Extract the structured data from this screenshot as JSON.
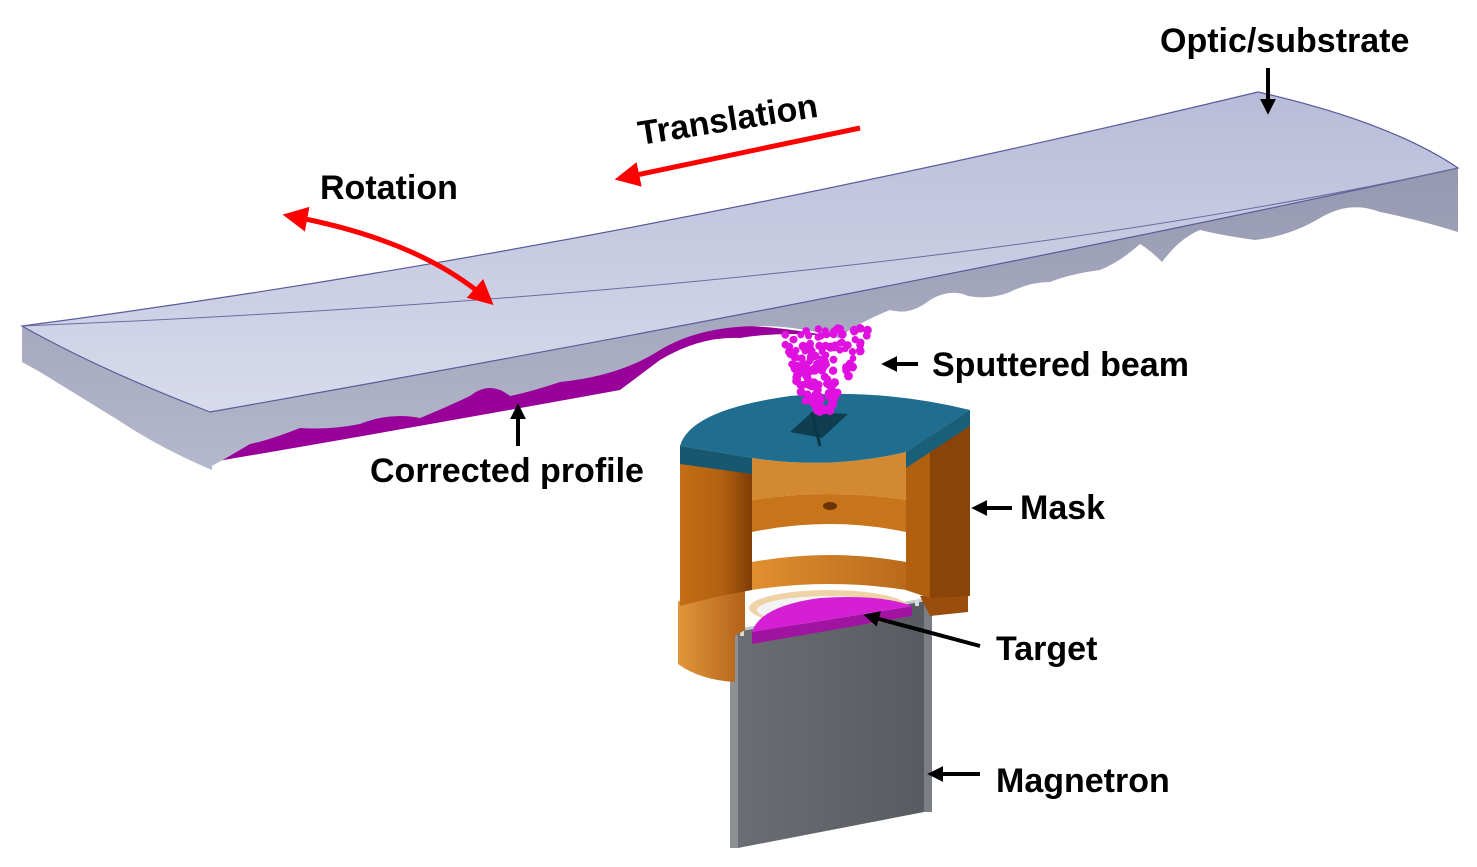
{
  "labels": {
    "optic_substrate": "Optic/substrate",
    "translation": "Translation",
    "rotation": "Rotation",
    "sputtered_beam": "Sputtered beam",
    "corrected_profile": "Corrected profile",
    "mask": "Mask",
    "target": "Target",
    "magnetron": "Magnetron"
  },
  "colors": {
    "substrate_top": "#C9CDE4",
    "substrate_side": "#9C9EB8",
    "coating": "#990099",
    "particles": "#E010E0",
    "mask_orange": "#C8741A",
    "mask_dark": "#8A4308",
    "mask_cap": "#1F6E8F",
    "target": "#D51FD5",
    "magnetron": "#5F6368",
    "motion_arrow": "#FF0000",
    "pointer_arrow": "#000000"
  }
}
